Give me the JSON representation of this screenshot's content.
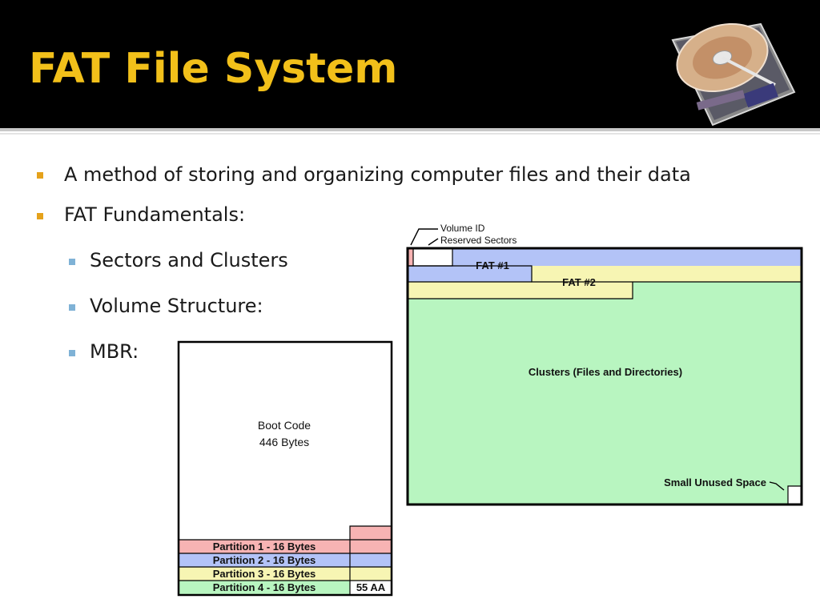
{
  "slide": {
    "title": "FAT File System",
    "header_image": {
      "label": "hard-disk-drive-photo",
      "caption": ""
    }
  },
  "bullets": [
    {
      "level": 1,
      "text": "A method of storing and organizing computer files and their data"
    },
    {
      "level": 1,
      "text": "FAT Fundamentals:"
    },
    {
      "level": 2,
      "text": "Sectors and Clusters"
    },
    {
      "level": 2,
      "text": "Volume Structure:"
    },
    {
      "level": 2,
      "text": "MBR:"
    }
  ],
  "mbr_diagram": {
    "boot_code": {
      "line1": "Boot Code",
      "line2": "446 Bytes"
    },
    "partitions": [
      {
        "label": "Partition 1  - 16 Bytes",
        "color": "#f7b3b3"
      },
      {
        "label": "Partition 2  - 16 Bytes",
        "color": "#b3c3f7"
      },
      {
        "label": "Partition 3  - 16 Bytes",
        "color": "#f7f5b3"
      },
      {
        "label": "Partition 4  - 16 Bytes",
        "color": "#b8f5c0"
      }
    ],
    "signature": "55 AA"
  },
  "volume_diagram": {
    "volume_id_label": "Volume ID",
    "reserved_sectors_label": "Reserved Sectors",
    "fat1_label": "FAT #1",
    "fat2_label": "FAT #2",
    "clusters_label": "Clusters (Files and Directories)",
    "unused_label": "Small Unused Space",
    "colors": {
      "volume_id": "#f7b3b3",
      "fat1": "#b3c3f7",
      "fat2": "#f7f5b3",
      "clusters": "#b8f5c0"
    }
  },
  "colors": {
    "header_bg": "#000000",
    "title": "#f2c01a",
    "bullet_level1": "#e5a21b",
    "bullet_level2": "#7fb2d6"
  }
}
